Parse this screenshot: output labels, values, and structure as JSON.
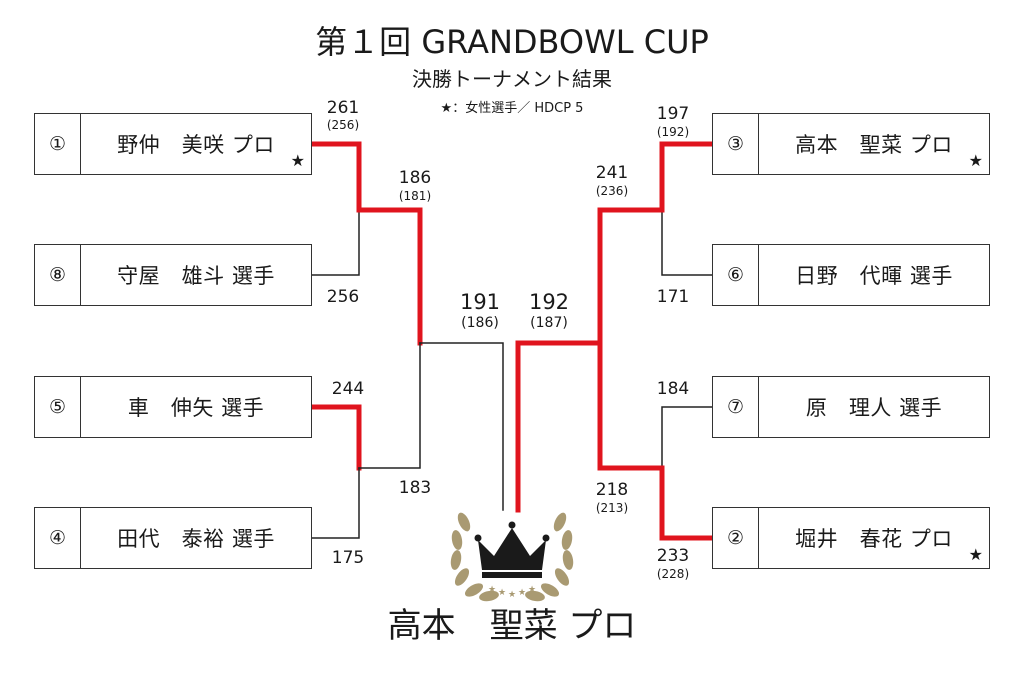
{
  "header": {
    "title": "第１回 GRANDBOWL CUP",
    "subtitle": "決勝トーナメント結果",
    "legend": "★：女性選手／ HDCP  5"
  },
  "players": {
    "p1": {
      "seed": "①",
      "name": "野仲　美咲 プロ",
      "star": "★"
    },
    "p8": {
      "seed": "⑧",
      "name": "守屋　雄斗 選手",
      "star": ""
    },
    "p5": {
      "seed": "⑤",
      "name": "車　伸矢 選手",
      "star": ""
    },
    "p4": {
      "seed": "④",
      "name": "田代　泰裕 選手",
      "star": ""
    },
    "p3": {
      "seed": "③",
      "name": "高本　聖菜 プロ",
      "star": "★"
    },
    "p6": {
      "seed": "⑥",
      "name": "日野　代暉 選手",
      "star": ""
    },
    "p7": {
      "seed": "⑦",
      "name": "原　理人 選手",
      "star": ""
    },
    "p2": {
      "seed": "②",
      "name": "堀井　春花 プロ",
      "star": "★"
    }
  },
  "scores": {
    "p1_r1": "261",
    "p1_r1_hdcp": "(256)",
    "p8_r1": "256",
    "p5_r1": "244",
    "p4_r1": "175",
    "p3_r1": "197",
    "p3_r1_hdcp": "(192)",
    "p6_r1": "171",
    "p7_r1": "184",
    "p2_r1": "233",
    "p2_r1_hdcp": "(228)",
    "left_sf_top": "186",
    "left_sf_top_hdcp": "(181)",
    "left_sf_bottom": "183",
    "right_sf_top": "241",
    "right_sf_top_hdcp": "(236)",
    "right_sf_bottom": "218",
    "right_sf_bottom_hdcp": "(213)",
    "final_left": "191",
    "final_left_hdcp": "(186)",
    "final_right": "192",
    "final_right_hdcp": "(187)"
  },
  "champion": {
    "name": "高本　聖菜 プロ"
  },
  "colors": {
    "winner_line": "#e0141e",
    "line": "#222222",
    "laurel": "#a99a72",
    "crown": "#1a1a1a"
  }
}
